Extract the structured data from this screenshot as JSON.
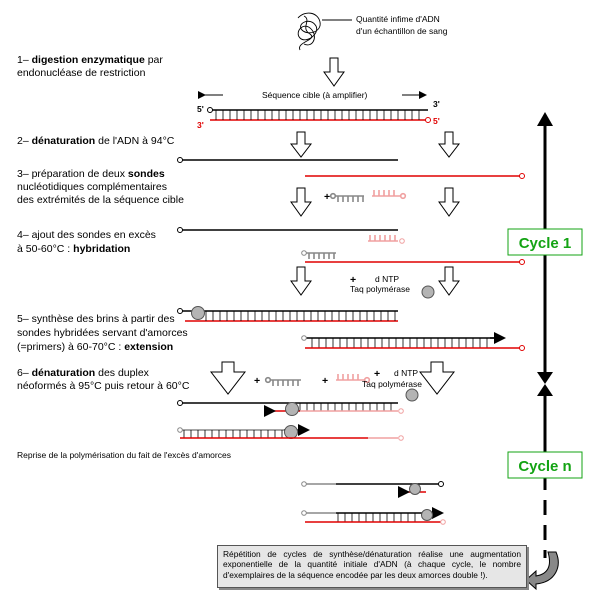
{
  "header": {
    "sample_line1": "Quantité infime d'ADN",
    "sample_line2": "d'un échantillon de sang"
  },
  "steps": {
    "s1": {
      "num": "1–",
      "bold": "digestion enzymatique",
      "rest1": "par",
      "line2": "endonucléase de restriction"
    },
    "s2": {
      "num": "2–",
      "bold": "dénaturation",
      "rest": "de l'ADN à 94°C"
    },
    "s3": {
      "line1_pre": "3– préparation de deux",
      "bold": "sondes",
      "line2": "nucléotidiques complémentaires",
      "line3": "des extrémités de la séquence cible"
    },
    "s4": {
      "line1": "4– ajout des sondes en excès",
      "line2_pre": "à 50-60°C :",
      "bold": "hybridation"
    },
    "s5": {
      "line1": "5– synthèse des brins à partir des",
      "line2": "sondes hybridées servant d'amorces",
      "line3_pre": "(=primers) à 60-70°C :",
      "bold": "extension"
    },
    "s6": {
      "num": "6–",
      "bold": "dénaturation",
      "rest1": "des duplex",
      "line2": "néoformés à 95°C puis retour à 60°C"
    }
  },
  "labels": {
    "target_sequence": "Séquence cible (à amplifier)",
    "five_prime": "5'",
    "three_prime": "3'",
    "plus": "+",
    "dntp": "d NTP",
    "taq": "Taq polymérase",
    "reprise": "Reprise de la polymérisation du fait de l'excès d'amorces"
  },
  "cycles": {
    "cycle1": "Cycle 1",
    "cyclen": "Cycle n"
  },
  "note": "Répétition de cycles de synthèse/dénaturation réalise une augmentation exponentielle de la quantité initiale d'ADN (à chaque cycle, le nombre d'exemplaires de la séquence encodée par les deux amorces double !).",
  "colors": {
    "strand_black": "#000000",
    "strand_red": "#e00000",
    "primer_gray": "#888888",
    "primer_pink": "#f0a0a0",
    "polymerase": "#b4b4b4",
    "cycle_text": "#13a313"
  }
}
